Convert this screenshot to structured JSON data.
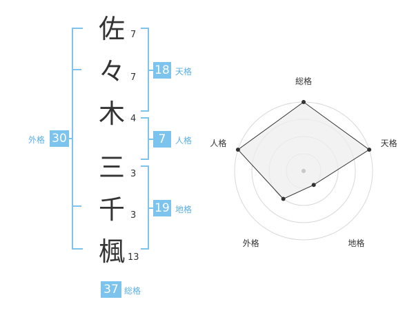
{
  "name": {
    "chars": [
      {
        "char": "佐",
        "strokes": "7"
      },
      {
        "char": "々",
        "strokes": "7"
      },
      {
        "char": "木",
        "strokes": "4"
      },
      {
        "char": "三",
        "strokes": "3"
      },
      {
        "char": "千",
        "strokes": "3"
      },
      {
        "char": "楓",
        "strokes": "13"
      }
    ]
  },
  "fortune": {
    "tenkaku": {
      "value": "18",
      "label": "天格"
    },
    "jinkaku": {
      "value": "7",
      "label": "人格"
    },
    "chikaku": {
      "value": "19",
      "label": "地格"
    },
    "gaikaku": {
      "value": "30",
      "label": "外格"
    },
    "soukaku": {
      "value": "37",
      "label": "総格"
    }
  },
  "colors": {
    "accent": "#7cc3ee",
    "accent_text": "#5ab0e2",
    "radar_fill": "#eeeeee"
  },
  "chart_data": {
    "type": "radar",
    "axes": [
      "総格",
      "天格",
      "地格",
      "外格",
      "人格"
    ],
    "values": [
      4,
      4,
      1,
      2,
      4
    ],
    "range": [
      0,
      4
    ],
    "rings": 4
  }
}
